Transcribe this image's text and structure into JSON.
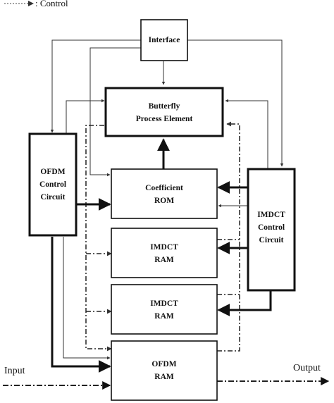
{
  "legend": {
    "control_label": ": Control"
  },
  "blocks": {
    "interface": {
      "line1": "Interface"
    },
    "butterfly": {
      "line1": "Butterfly",
      "line2": "Process Element"
    },
    "ofdm_control": {
      "line1": "OFDM",
      "line2": "Control",
      "line3": "Circuit"
    },
    "imdct_control": {
      "line1": "IMDCT",
      "line2": "Control",
      "line3": "Circuit"
    },
    "coefficient_rom": {
      "line1": "Coefficient",
      "line2": "ROM"
    },
    "imdct_ram_1": {
      "line1": "IMDCT",
      "line2": "RAM"
    },
    "imdct_ram_2": {
      "line1": "IMDCT",
      "line2": "RAM"
    },
    "ofdm_ram": {
      "line1": "OFDM",
      "line2": "RAM"
    }
  },
  "io": {
    "input_label": "Input",
    "output_label": "Output"
  }
}
